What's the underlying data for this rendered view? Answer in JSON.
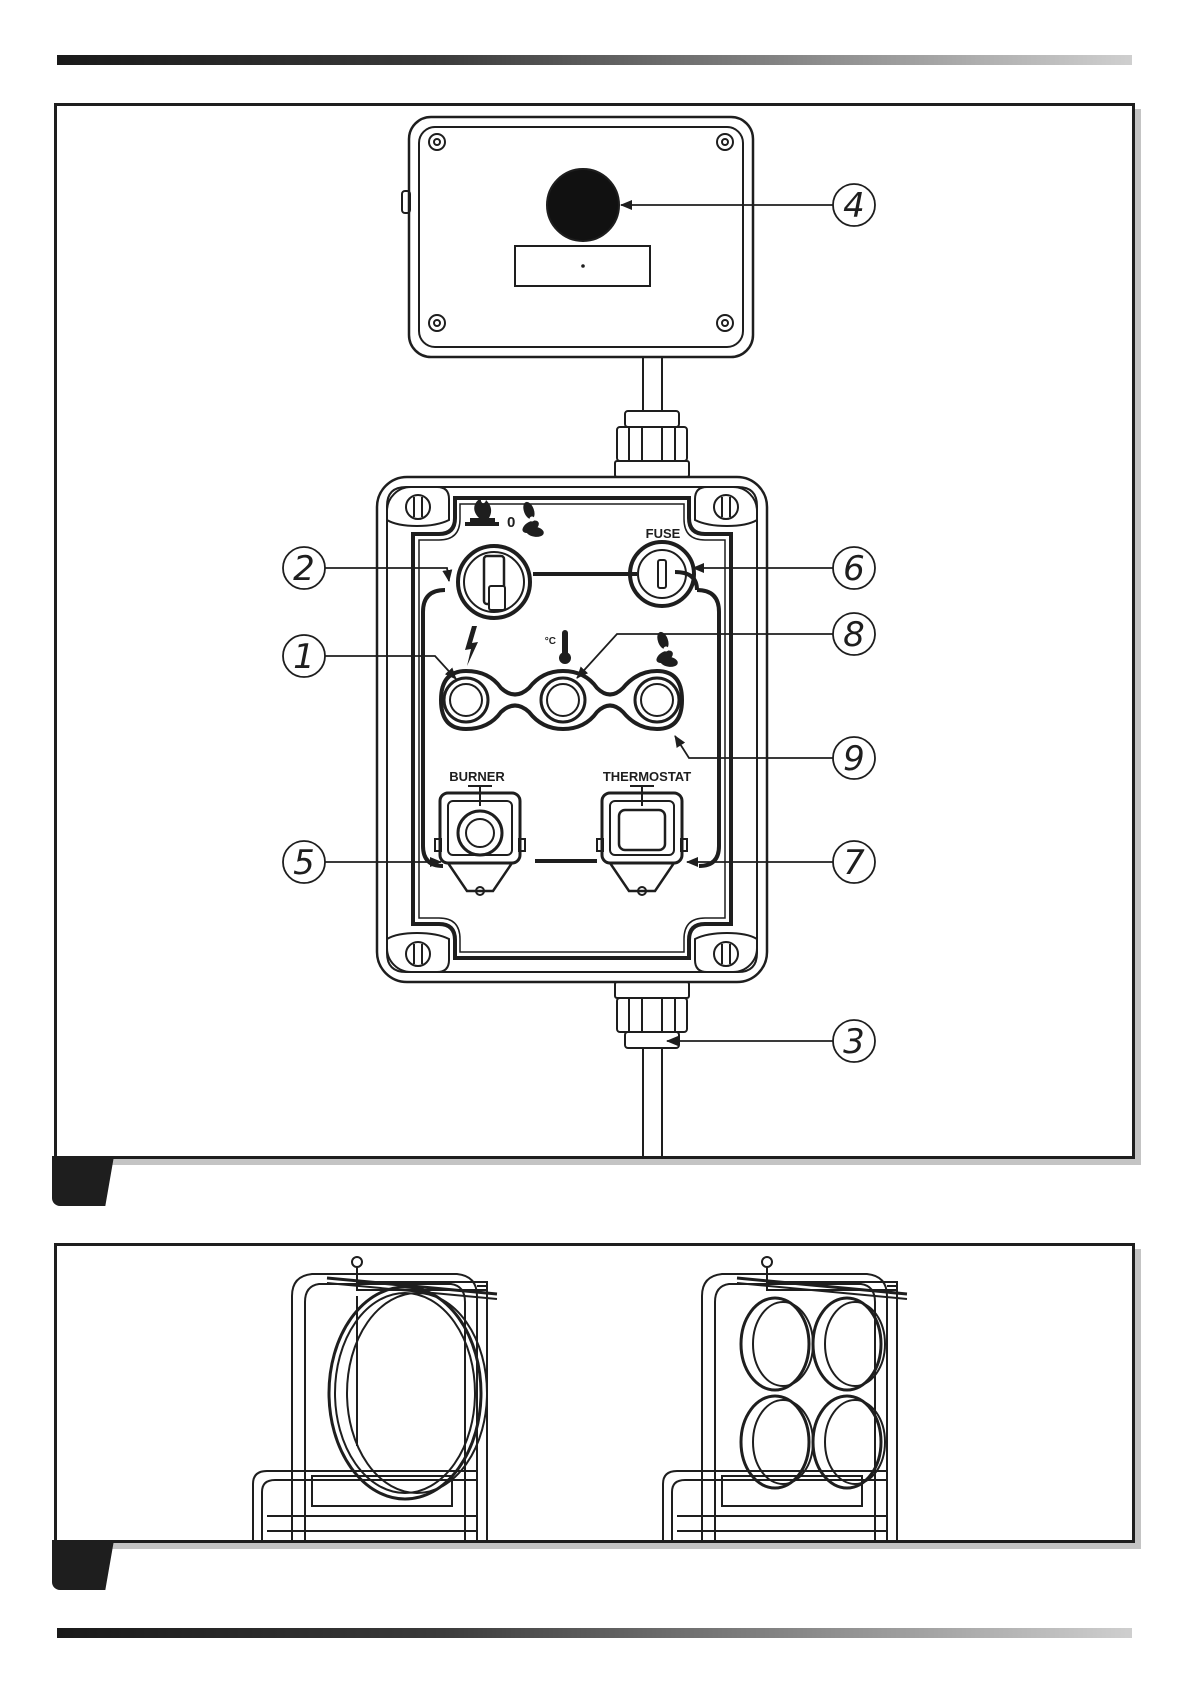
{
  "panel_labels": {
    "fuse": "FUSE",
    "burner": "BURNER",
    "thermostat": "THERMOSTAT",
    "switch_off_position": "0",
    "thermometer_unit": "°C"
  },
  "callouts": [
    {
      "id": "1",
      "label": "1"
    },
    {
      "id": "2",
      "label": "2"
    },
    {
      "id": "3",
      "label": "3"
    },
    {
      "id": "4",
      "label": "4"
    },
    {
      "id": "5",
      "label": "5"
    },
    {
      "id": "6",
      "label": "6"
    },
    {
      "id": "7",
      "label": "7"
    },
    {
      "id": "8",
      "label": "8"
    },
    {
      "id": "9",
      "label": "9"
    }
  ],
  "icons": [
    "flame-icon",
    "fan-icon",
    "lightning-icon",
    "thermometer-icon"
  ],
  "colors": {
    "ink": "#1e1e1e",
    "shadow": "#c4c4c4"
  }
}
